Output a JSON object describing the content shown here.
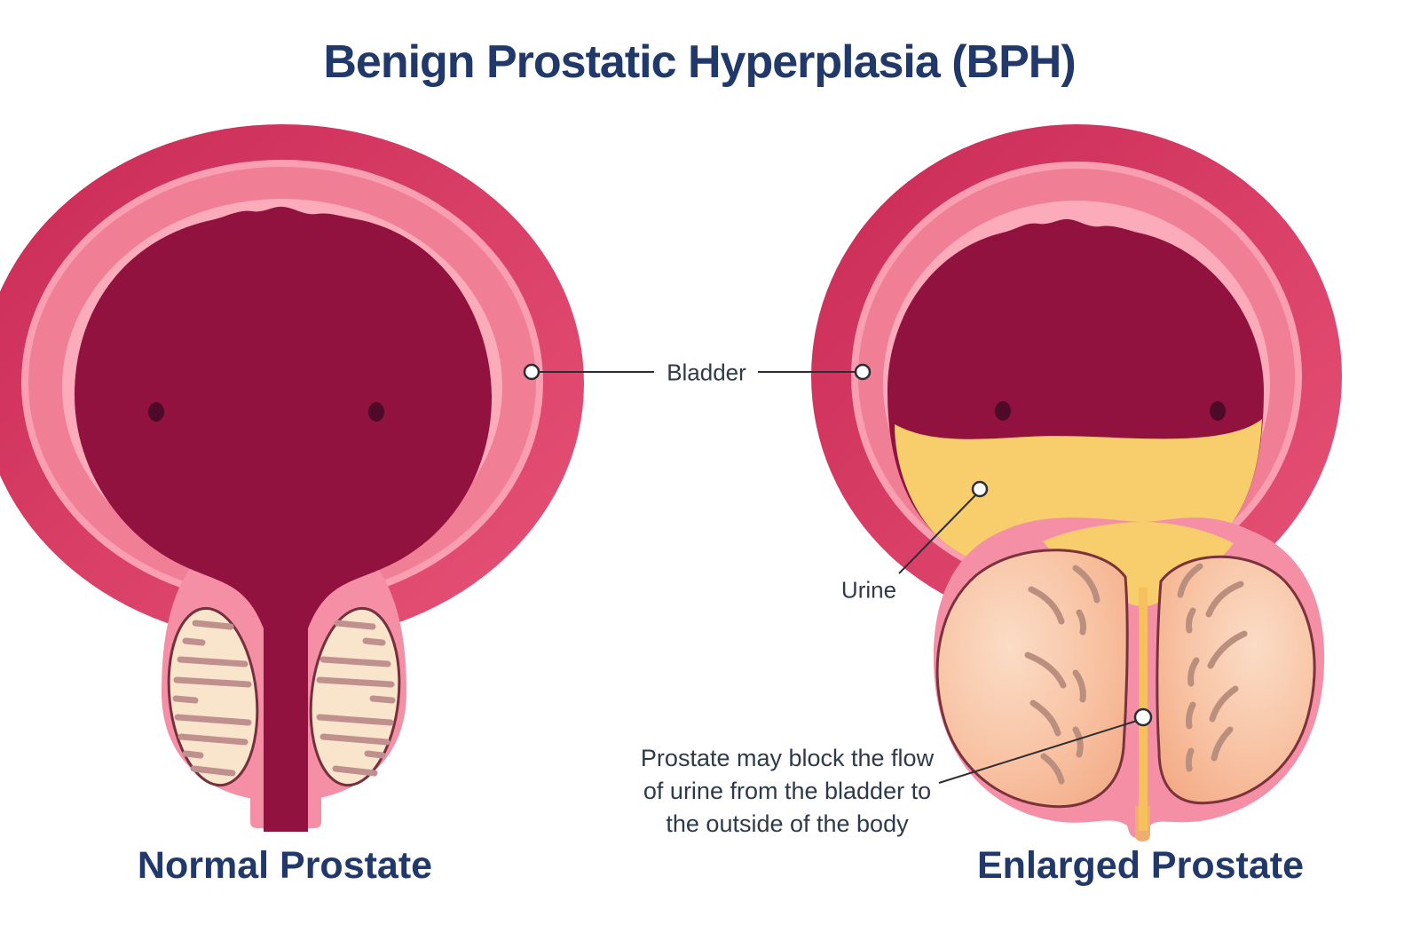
{
  "title": "Benign Prostatic Hyperplasia (BPH)",
  "figures": {
    "normal": {
      "caption": "Normal Prostate"
    },
    "enlarged": {
      "caption": "Enlarged Prostate"
    }
  },
  "labels": {
    "bladder": "Bladder",
    "urine": "Urine",
    "blockage_line1": "Prostate may block the flow",
    "blockage_line2": "of urine from the bladder to",
    "blockage_line3": "the outside of the body"
  },
  "palette": {
    "title_navy": "#21386B",
    "label_text": "#2E3A49",
    "leader_line": "#2D2D35",
    "bladder_outer_wall": "#D93561",
    "bladder_wall_highlight": "#F99FB1",
    "bladder_inner_wall": "#F07E95",
    "cavity_rim": "#FBABBA",
    "bladder_cavity": "#91123F",
    "ureter_dot": "#4E0A28",
    "urine_yellow": "#F8CD6C",
    "urethra_tube_orange": "#EFAD6E",
    "prostate_surround_pink": "#F48FA6",
    "normal_lobe_cream": "#F9E4CC",
    "lobe_outline": "#76303D",
    "normal_hatch": "#C0908F",
    "enlarged_lobe_peach": "#F5AC85",
    "enlarged_hatch": "#BB8F7D"
  }
}
